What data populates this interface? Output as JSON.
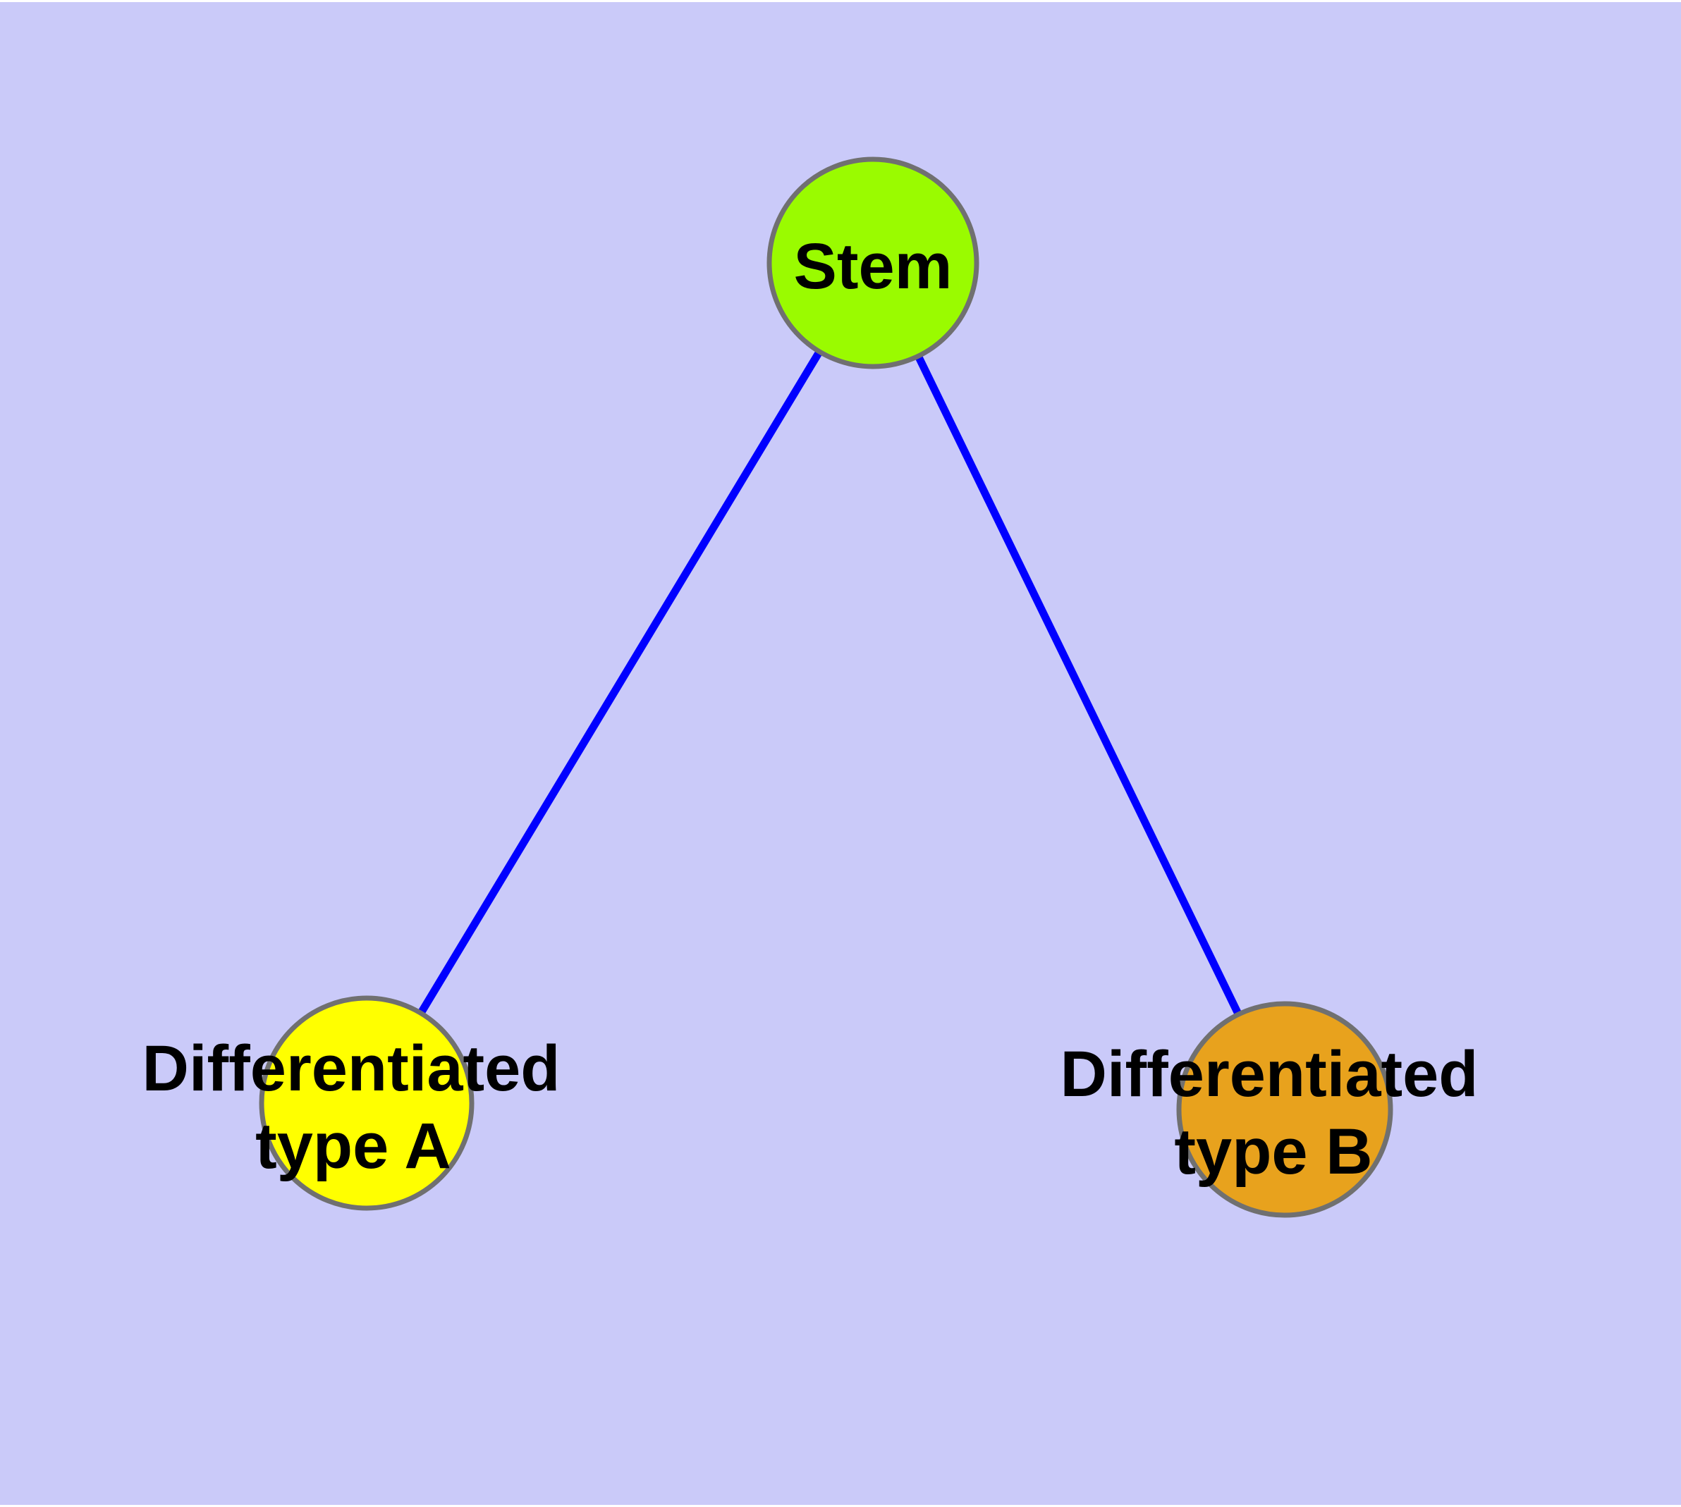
{
  "canvas": {
    "frame_color": "#FFFFFF",
    "background_color": "#CACAF9"
  },
  "graph": {
    "node_border_color": "#707070",
    "label_color": "#000000",
    "nodes": {
      "stem": {
        "label": "Stem",
        "fill": "#9AFB00"
      },
      "type_a": {
        "label": "Differentiated type A",
        "line1": "Differentiated",
        "line2": "type A",
        "fill": "#FFFF00"
      },
      "type_b": {
        "label": "Differentiated type B",
        "line1": "Differentiated",
        "line2": "type B",
        "fill": "#E8A21D"
      }
    },
    "edges": [
      {
        "from": "stem",
        "to": "type_a",
        "color": "#0000FF"
      },
      {
        "from": "stem",
        "to": "type_b",
        "color": "#0000FF"
      }
    ]
  }
}
